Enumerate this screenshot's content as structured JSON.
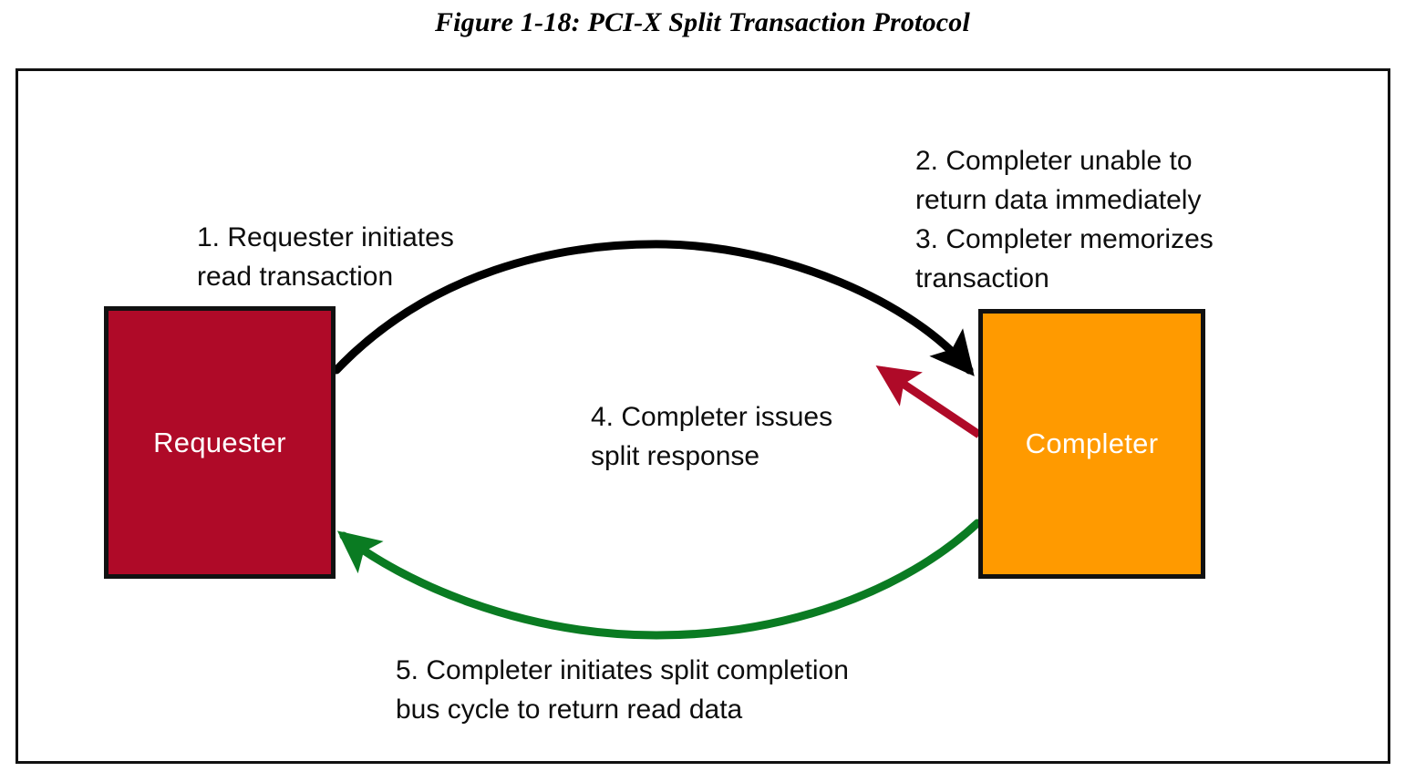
{
  "figure": {
    "caption": "Figure 1-18: PCI-X Split Transaction Protocol"
  },
  "nodes": {
    "requester": {
      "label": "Requester",
      "fill": "#AF0A28",
      "border": "#111111",
      "text_color": "#FFFFFF"
    },
    "completer": {
      "label": "Completer",
      "fill": "#FF9A00",
      "border": "#111111",
      "text_color": "#FFFFFF"
    }
  },
  "steps": [
    {
      "number": "1",
      "text": "1. Requester initiates\nread transaction",
      "arrow": "request-arrow",
      "arrow_color": "#000000"
    },
    {
      "number": "2-3",
      "text": "2. Completer unable to\nreturn data immediately\n3. Completer memorizes\ntransaction",
      "arrow": null,
      "arrow_color": null
    },
    {
      "number": "4",
      "text": "4. Completer issues\nsplit response",
      "arrow": "split-response-arrow",
      "arrow_color": "#AF0A28"
    },
    {
      "number": "5",
      "text": "5. Completer initiates split completion\nbus cycle to return read data",
      "arrow": "split-completion-arrow",
      "arrow_color": "#0A7B22"
    }
  ],
  "arrows": {
    "request": {
      "name": "request-arrow",
      "color": "#000000",
      "from": "requester",
      "to": "completer",
      "style": "curved-arc-over"
    },
    "split_response": {
      "name": "split-response-arrow",
      "color": "#AF0A28",
      "from": "completer",
      "to": "midpoint",
      "style": "straight"
    },
    "split_completion": {
      "name": "split-completion-arrow",
      "color": "#0A7B22",
      "from": "completer",
      "to": "requester",
      "style": "curved-arc-under"
    }
  },
  "frame": {
    "border_color": "#111111"
  }
}
